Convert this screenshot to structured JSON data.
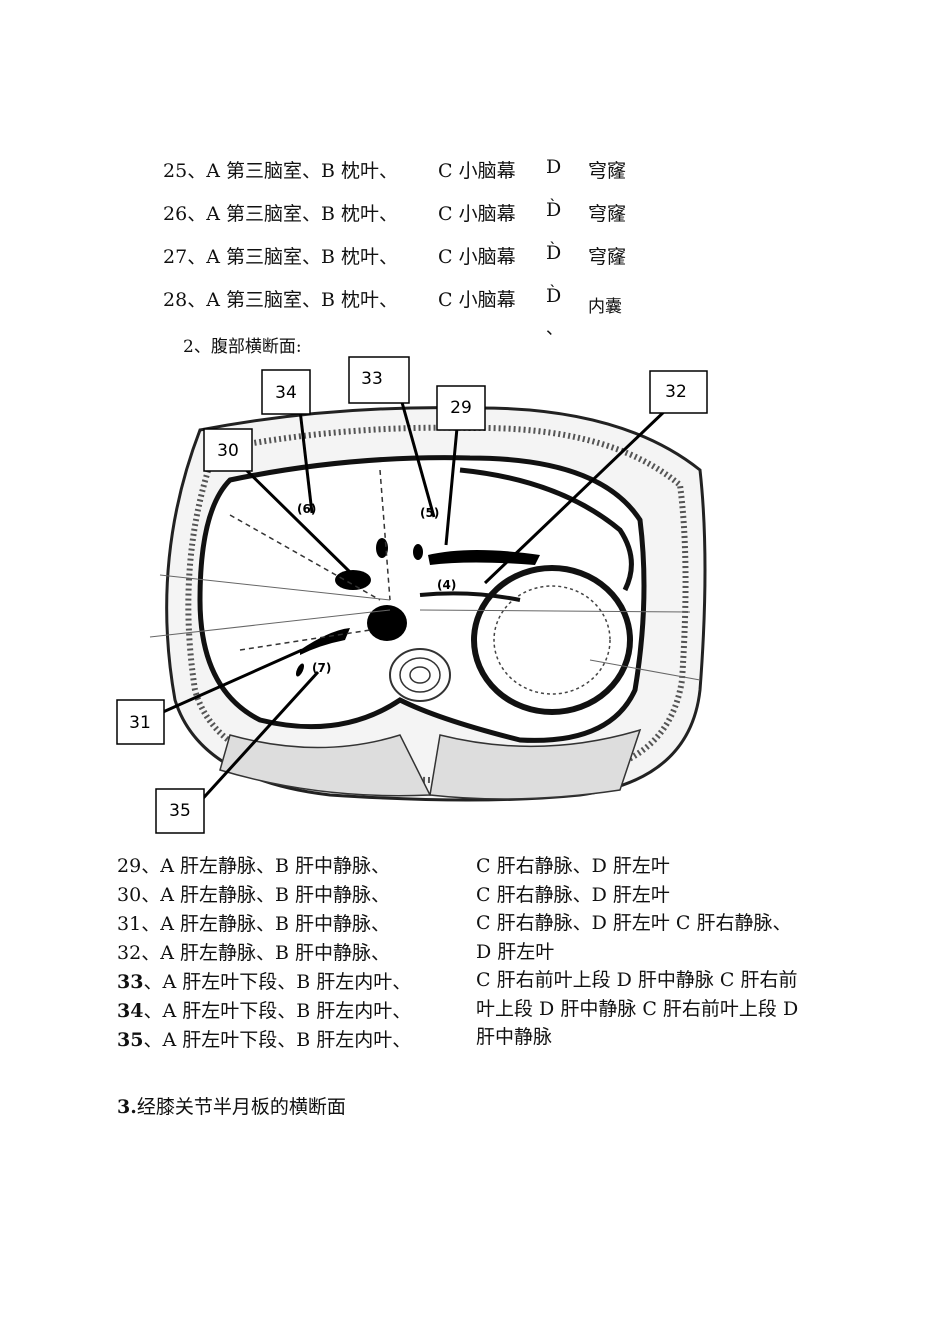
{
  "questions_top": [
    {
      "num": "25",
      "text": "、A 第三脑室、B 枕叶、",
      "c": "C 小脑幕",
      "d": "D",
      "e": "穹窿"
    },
    {
      "num": "26",
      "text": "、A 第三脑室、B 枕叶、",
      "c": "C 小脑幕",
      "d": "D̀",
      "e": "穹窿"
    },
    {
      "num": "27",
      "text": "、A 第三脑室、B 枕叶、",
      "c": "C 小脑幕",
      "d": "D̀",
      "e": "穹窿"
    },
    {
      "num": "28",
      "text": "、A 第三脑室、B 枕叶、",
      "c": "C 小脑幕",
      "d": "D̀",
      "e": "内囊"
    }
  ],
  "stray_mark": "、",
  "section2_title": "2、腹部横断面:",
  "figure": {
    "labels": [
      "34",
      "33",
      "29",
      "32",
      "30",
      "31",
      "35"
    ],
    "inner_labels": [
      "(6)",
      "(5)",
      "(4)",
      "(7)"
    ]
  },
  "questions_bottom_left": [
    {
      "num": "29",
      "text": "、A 肝左静脉、B 肝中静脉、",
      "bold": false
    },
    {
      "num": "30",
      "text": "、A 肝左静脉、B 肝中静脉、",
      "bold": false
    },
    {
      "num": "31",
      "text": "、A 肝左静脉、B 肝中静脉、",
      "bold": false
    },
    {
      "num": "32",
      "text": "、A 肝左静脉、B 肝中静脉、",
      "bold": false
    },
    {
      "num": "33",
      "text": "、A 肝左叶下段、B 肝左内叶、",
      "bold": true
    },
    {
      "num": "34",
      "text": "、A 肝左叶下段、B 肝左内叶、",
      "bold": true
    },
    {
      "num": "35",
      "text": "、A 肝左叶下段、B 肝左内叶、",
      "bold": true
    }
  ],
  "questions_bottom_right": [
    "C 肝右静脉、D 肝左叶",
    "C 肝右静脉、D 肝左叶",
    "C 肝右静脉、D 肝左叶 C 肝右静脉、D 肝左叶",
    "C 肝右前叶上段 D 肝中静脉 C 肝右前叶上段 D 肝中静脉 C 肝右前叶上段 D 肝中静脉"
  ],
  "section3_num": "3.",
  "section3_title": "经膝关节半月板的横断面"
}
